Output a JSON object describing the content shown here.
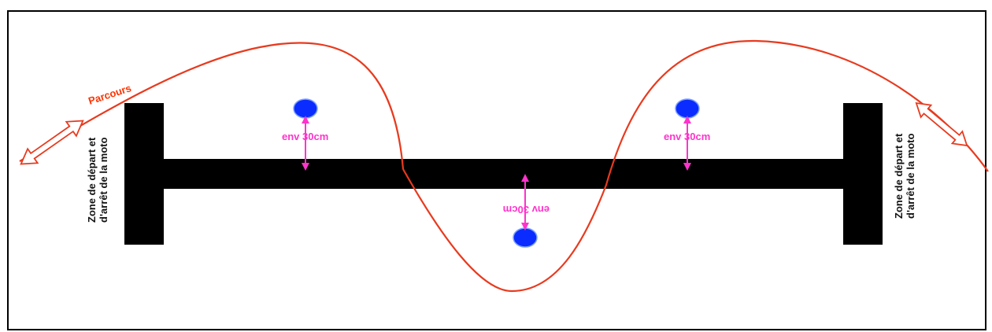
{
  "diagram": {
    "route_label": "Parcours",
    "zone_left": [
      "Zone de départ et",
      "d'arrêt de la moto"
    ],
    "zone_right": [
      "Zone de départ et",
      "d'arrêt de la moto"
    ],
    "distance_labels": [
      "env 30cm",
      "env 30cm",
      "env 30cm"
    ],
    "colors": {
      "track": "#000000",
      "route": "#e83a1e",
      "cone": "#0a2cff",
      "distance": "#ff33cc",
      "frame": "#000000"
    }
  }
}
